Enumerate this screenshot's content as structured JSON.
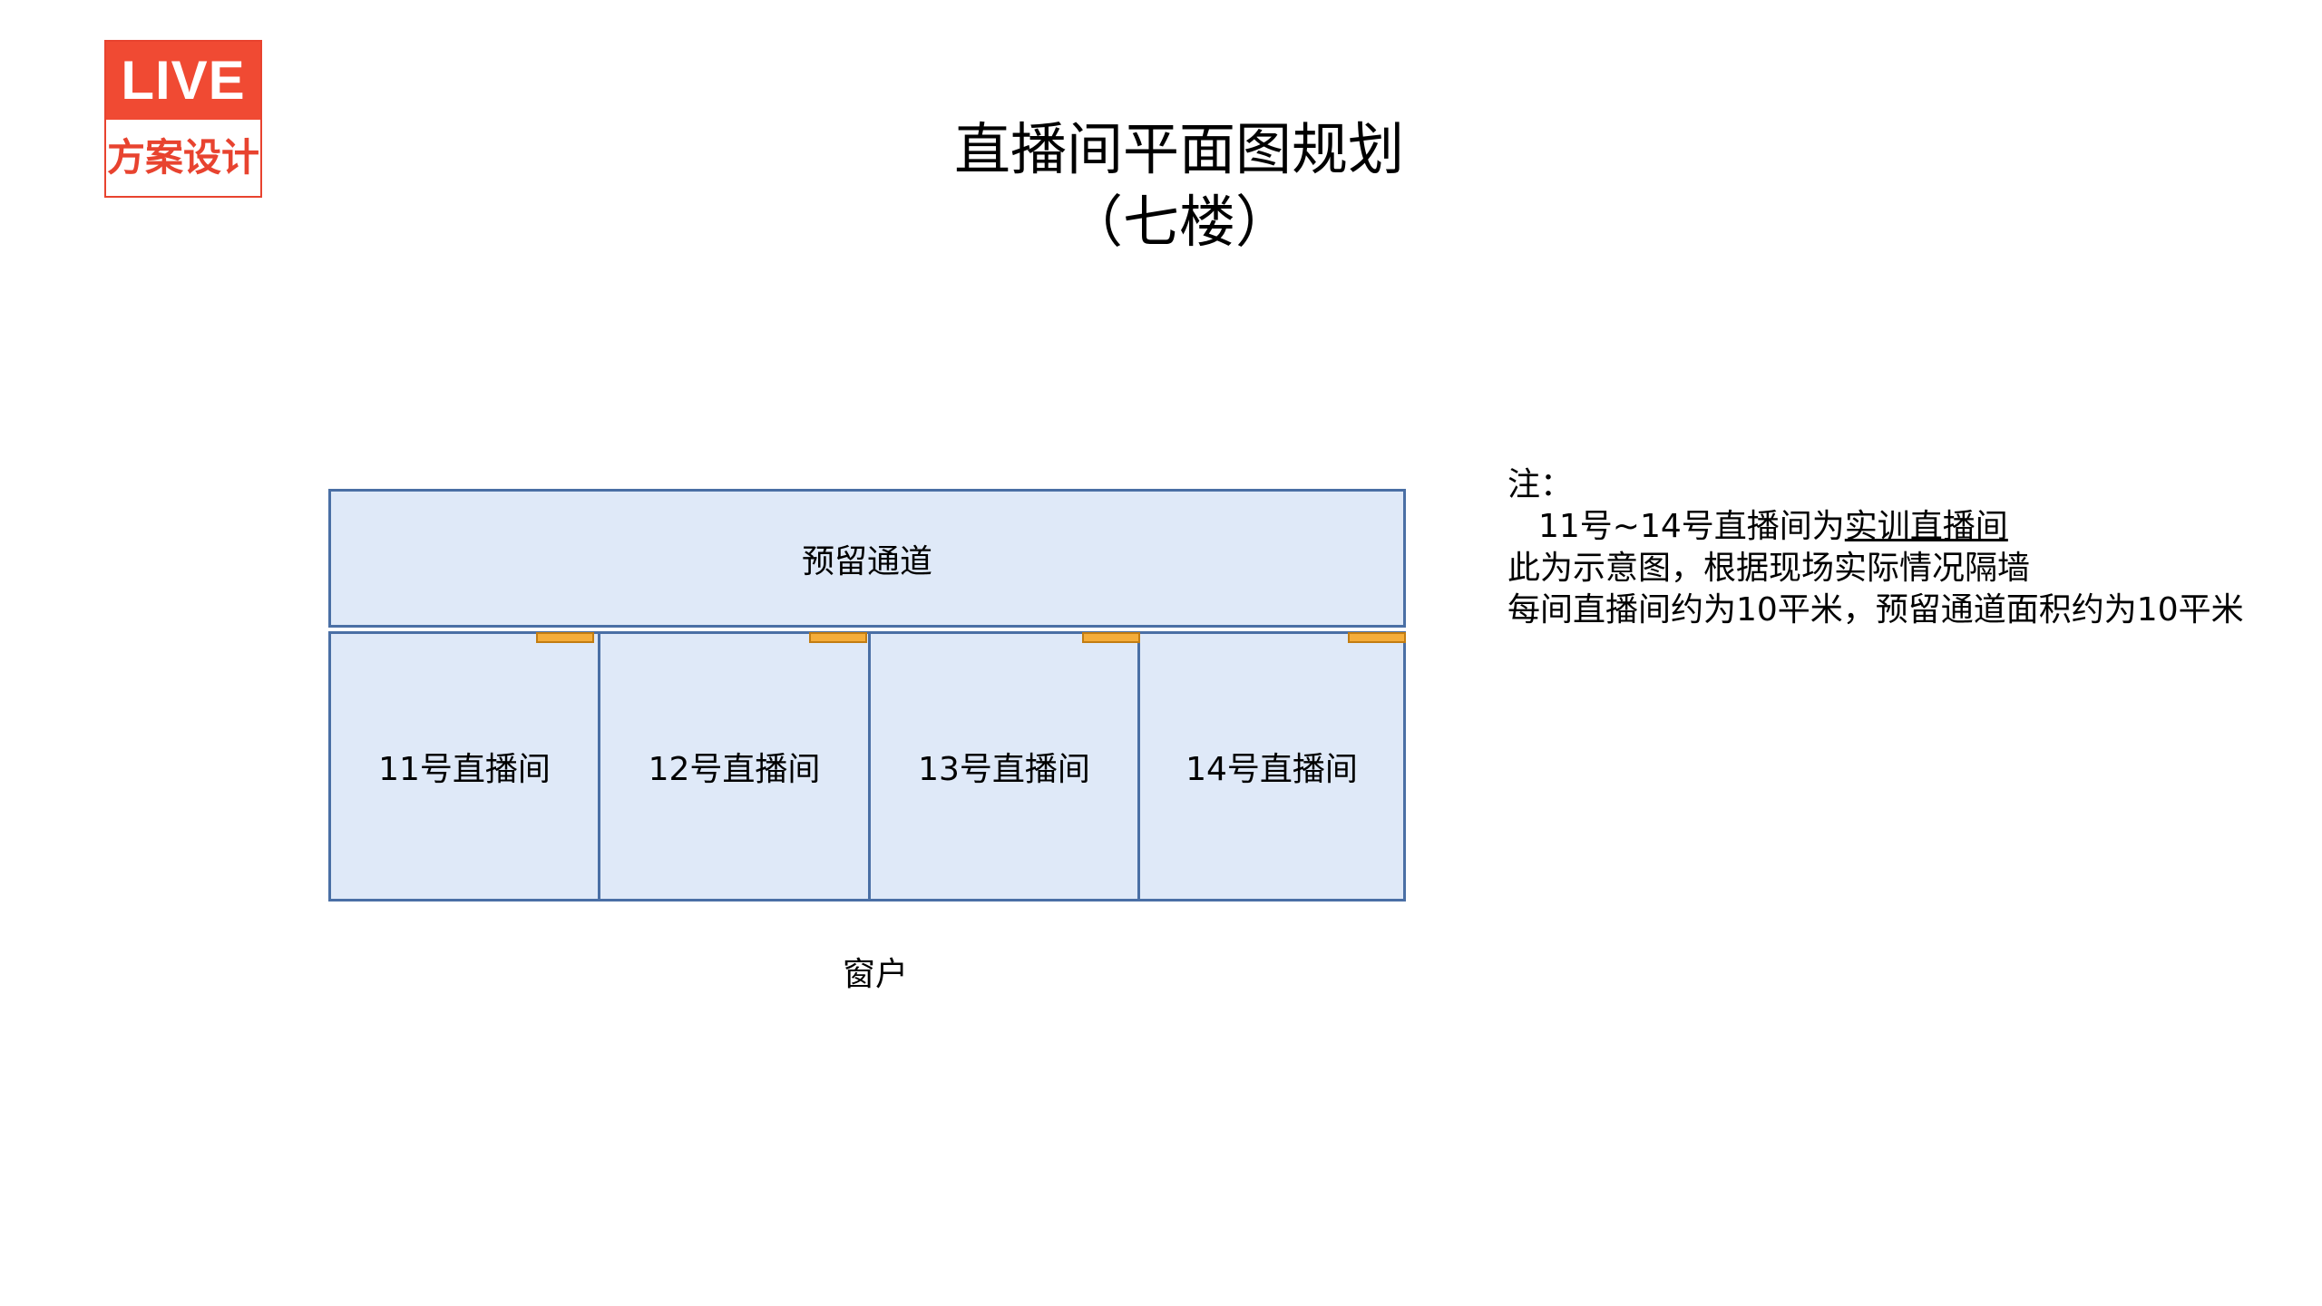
{
  "logo": {
    "top_text": "LIVE",
    "bottom_text": "方案设计"
  },
  "title": {
    "line1": "直播间平面图规划",
    "line2": "（七楼）"
  },
  "floor_plan": {
    "corridor_label": "预留通道",
    "rooms": [
      {
        "label": "11号直播间"
      },
      {
        "label": "12号直播间"
      },
      {
        "label": "13号直播间"
      },
      {
        "label": "14号直播间"
      }
    ],
    "window_label": "窗户"
  },
  "notes": {
    "heading": "注：",
    "line1_prefix": "11号~14号直播间为",
    "line1_underlined": "实训直播间",
    "line2": "此为示意图，根据现场实际情况隔墙",
    "line3": "每间直播间约为10平米，预留通道面积约为10平米"
  },
  "colors": {
    "room_fill": "#dfe9f8",
    "room_border": "#4a6fa5",
    "door_fill": "#f5ad3a",
    "logo_red": "#f04a33"
  }
}
